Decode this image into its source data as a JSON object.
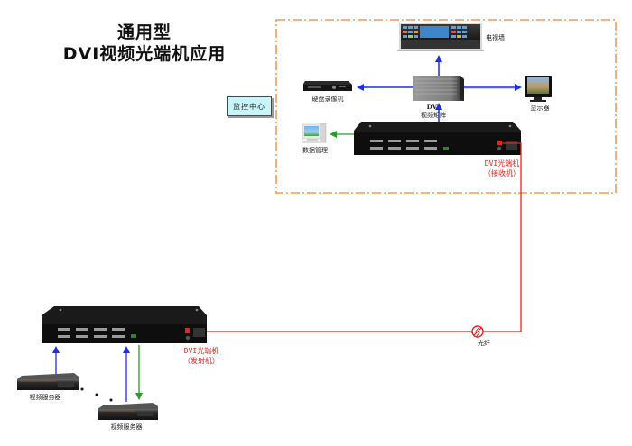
{
  "title": {
    "line1": "通用型",
    "line2": "DVI视频光端机应用"
  },
  "monitoring_center": {
    "label": "监控中心",
    "border_color": "#f39a50",
    "devices": {
      "video_wall": "电视墙",
      "dvr": "硬盘录像机",
      "matrix_line1": "DVI",
      "matrix_line2": "视频矩阵",
      "display": "显示器",
      "data_management": "数据管理"
    }
  },
  "receiver": {
    "line1": "DVI光端机",
    "line2": "（接收机）"
  },
  "transmitter": {
    "line1": "DVI光端机",
    "line2": "（发射机）"
  },
  "fiber": {
    "label": "光纤",
    "color": "#e8231f"
  },
  "servers": {
    "server1": "视频服务器",
    "server2": "视频服务器"
  },
  "colors": {
    "video_link": "#1f2fe0",
    "data_link": "#2a9a2a",
    "fiber_link": "#e8231f"
  }
}
